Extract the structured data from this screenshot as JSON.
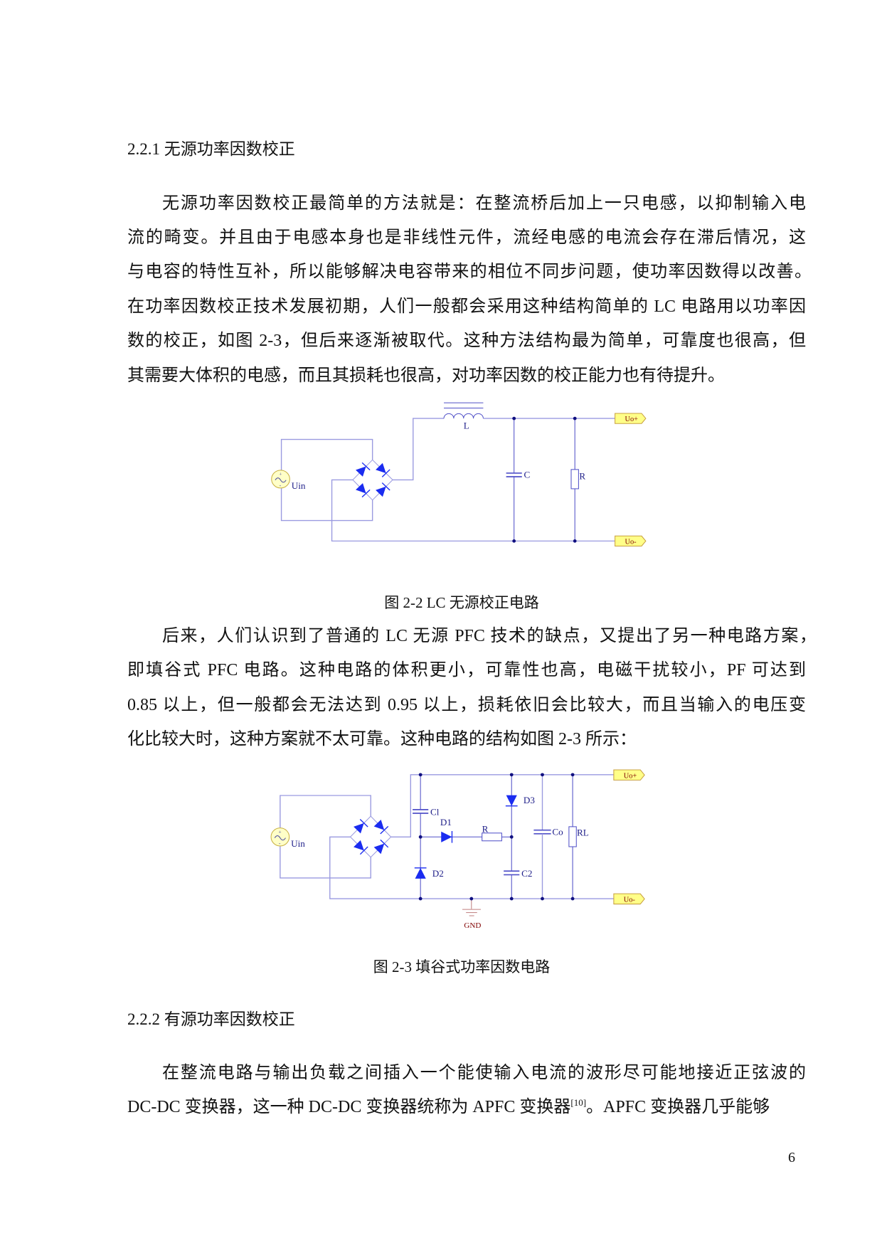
{
  "section_1": {
    "heading": "2.2.1  无源功率因数校正",
    "paragraph_1_lines": [
      "无源功率因数校正最简单的方法就是：在整流桥后加上一只电感，以抑制输入电",
      "流的畸变。并且由于电感本身也是非线性元件，流经电感的电流会存在滞后情况，这",
      "与电容的特性互补，所以能够解决电容带来的相位不同步问题，使功率因数得以改善。",
      "在功率因数校正技术发展初期，人们一般都会采用这种结构简单的 LC 电路用以功率因",
      "数的校正，如图 2-3，但后来逐渐被取代。这种方法结构最为简单，可靠度也很高，但",
      "其需要大体积的电感，而且其损耗也很高，对功率因数的校正能力也有待提升。"
    ],
    "figure_1": {
      "caption": "图 2-2  LC 无源校正电路",
      "labels": {
        "source": "Uin",
        "inductor": "L",
        "capacitor": "C",
        "resistor": "R",
        "out_pos": "Uo+",
        "out_neg": "Uo-"
      }
    },
    "paragraph_2_lines": [
      "后来，人们认识到了普通的 LC 无源 PFC 技术的缺点，又提出了另一种电路方案，",
      "即填谷式 PFC 电路。这种电路的体积更小，可靠性也高，电磁干扰较小，PF 可达到",
      "0.85 以上，但一般都会无法达到 0.95 以上，损耗依旧会比较大，而且当输入的电压变",
      "化比较大时，这种方案就不太可靠。这种电路的结构如图 2-3 所示："
    ],
    "figure_2": {
      "caption": "图 2-3  填谷式功率因数电路",
      "labels": {
        "source": "Uin",
        "c1": "Cl",
        "d1": "D1",
        "d2": "D2",
        "d3": "D3",
        "r": "R",
        "c2": "C2",
        "co": "Co",
        "rl": "RL",
        "gnd": "GND",
        "out_pos": "Uo+",
        "out_neg": "Uo-"
      }
    }
  },
  "section_2": {
    "heading": "2.2.2  有源功率因数校正",
    "paragraph_lines": [
      "在整流电路与输出负载之间插入一个能使输入电流的波形尽可能地接近正弦波的",
      "DC-DC 变换器，这一种 DC-DC 变换器统称为 APFC 变换器",
      "。APFC 变换器几乎能够"
    ],
    "citation": "[10]"
  },
  "page_number": "6",
  "colors": {
    "wire": "#9a9ae0",
    "wire_dark": "#5050c8",
    "diode": "#1a2cf0",
    "junction": "#101080",
    "port_fill": "#ffff88",
    "port_stroke": "#c8a040",
    "port_text": "#800000",
    "source_fill": "#ffffc8",
    "gnd": "#c08080"
  }
}
